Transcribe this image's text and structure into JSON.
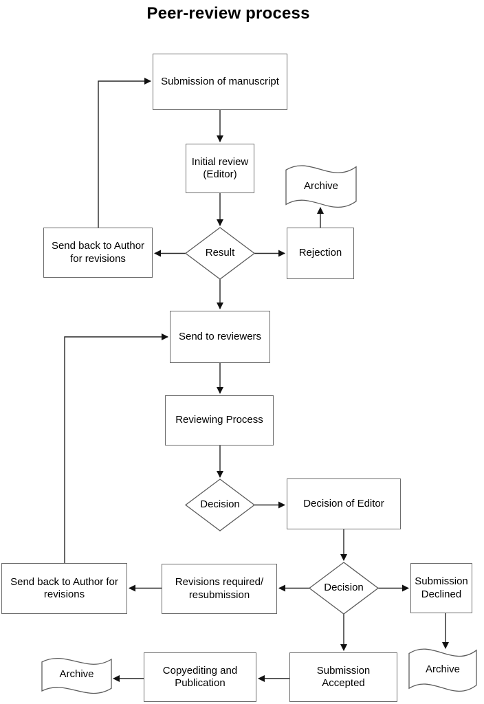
{
  "title": "Peer-review process",
  "colors": {
    "background": "#ffffff",
    "box_border": "#6b6b6b",
    "shape_stroke": "#5c5c5c",
    "connector": "#262626",
    "arrowhead": "#111111",
    "text": "#000000"
  },
  "nodes": {
    "submission": {
      "label": "Submission of manuscript",
      "shape": "process"
    },
    "initial_review": {
      "label": "Initial review\n(Editor)",
      "shape": "process"
    },
    "result": {
      "label": "Result",
      "shape": "decision"
    },
    "send_back_top": {
      "label": "Send back to Author\nfor revisions",
      "shape": "process"
    },
    "rejection": {
      "label": "Rejection",
      "shape": "process"
    },
    "archive_top": {
      "label": "Archive",
      "shape": "tape"
    },
    "send_to_reviewers": {
      "label": "Send to reviewers",
      "shape": "process"
    },
    "reviewing_process": {
      "label": "Reviewing Process",
      "shape": "process"
    },
    "decision_1": {
      "label": "Decision",
      "shape": "decision"
    },
    "decision_of_editor": {
      "label": "Decision of Editor",
      "shape": "process"
    },
    "decision_2": {
      "label": "Decision",
      "shape": "decision"
    },
    "revisions_required": {
      "label": "Revisions required/\nresubmission",
      "shape": "process"
    },
    "send_back_bottom": {
      "label": "Send back to Author for\nrevisions",
      "shape": "process"
    },
    "submission_declined": {
      "label": "Submission\nDeclined",
      "shape": "process"
    },
    "submission_accepted": {
      "label": "Submission\nAccepted",
      "shape": "process"
    },
    "copyediting": {
      "label": "Copyediting and\nPublication",
      "shape": "process"
    },
    "archive_right": {
      "label": "Archive",
      "shape": "tape"
    },
    "archive_left": {
      "label": "Archive",
      "shape": "tape"
    }
  },
  "edges": [
    {
      "from": "submission",
      "to": "initial_review"
    },
    {
      "from": "initial_review",
      "to": "result"
    },
    {
      "from": "result",
      "to": "send_back_top"
    },
    {
      "from": "send_back_top",
      "to": "submission"
    },
    {
      "from": "result",
      "to": "rejection"
    },
    {
      "from": "rejection",
      "to": "archive_top"
    },
    {
      "from": "result",
      "to": "send_to_reviewers"
    },
    {
      "from": "send_to_reviewers",
      "to": "reviewing_process"
    },
    {
      "from": "reviewing_process",
      "to": "decision_1"
    },
    {
      "from": "decision_1",
      "to": "decision_of_editor"
    },
    {
      "from": "decision_of_editor",
      "to": "decision_2"
    },
    {
      "from": "decision_2",
      "to": "revisions_required"
    },
    {
      "from": "revisions_required",
      "to": "send_back_bottom"
    },
    {
      "from": "send_back_bottom",
      "to": "send_to_reviewers"
    },
    {
      "from": "decision_2",
      "to": "submission_declined"
    },
    {
      "from": "submission_declined",
      "to": "archive_right"
    },
    {
      "from": "decision_2",
      "to": "submission_accepted"
    },
    {
      "from": "submission_accepted",
      "to": "copyediting"
    },
    {
      "from": "copyediting",
      "to": "archive_left"
    }
  ]
}
